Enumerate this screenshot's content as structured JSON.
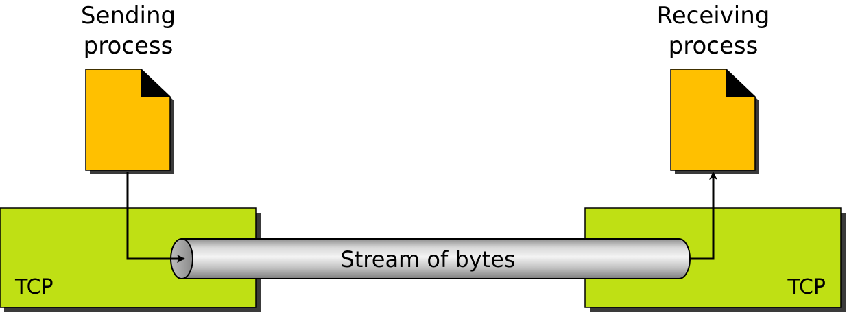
{
  "sender": {
    "title_line1": "Sending",
    "title_line2": "process",
    "layer_label": "TCP"
  },
  "receiver": {
    "title_line1": "Receiving",
    "title_line2": "process",
    "layer_label": "TCP"
  },
  "stream": {
    "label": "Stream of bytes"
  },
  "colors": {
    "document": "#FFC000",
    "tcp_box": "#BFE014",
    "shadow": "#3A3A3A",
    "pipe_light": "#EEEEEE",
    "pipe_dark": "#8A8A8A"
  }
}
